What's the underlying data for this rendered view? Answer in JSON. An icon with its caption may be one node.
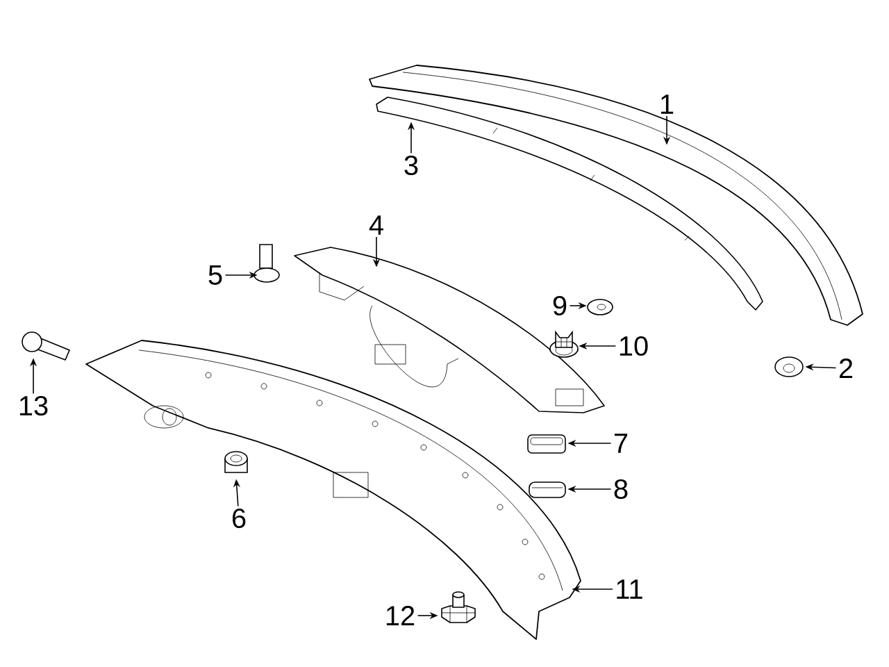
{
  "diagram": {
    "nodes": [
      {
        "text": [
          "1"
        ]
      },
      {
        "text": [
          "2"
        ]
      },
      {
        "text": [
          "3"
        ]
      },
      {
        "text": [
          "4"
        ]
      },
      {
        "text": [
          "5"
        ]
      },
      {
        "text": [
          "6"
        ]
      },
      {
        "text": [
          "7"
        ]
      },
      {
        "text": [
          "8"
        ]
      },
      {
        "text": [
          "9"
        ]
      },
      {
        "text": [
          "10"
        ]
      },
      {
        "text": [
          "11"
        ]
      },
      {
        "text": [
          "12"
        ]
      },
      {
        "text": [
          "13"
        ]
      },
      {
        "text": [],
        "shape": "picture"
      },
      {
        "text": [],
        "shape": "picture"
      },
      {
        "text": [],
        "shape": "picture"
      },
      {
        "text": [],
        "shape": "picture"
      },
      {
        "text": [],
        "shape": "picture"
      },
      {
        "text": [],
        "shape": "picture"
      },
      {
        "text": [],
        "shape": "picture"
      },
      {
        "text": [],
        "shape": "picture"
      },
      {
        "text": [],
        "shape": "picture"
      },
      {
        "text": [],
        "shape": "picture"
      },
      {
        "text": [],
        "shape": "picture"
      },
      {
        "text": [],
        "shape": "picture"
      },
      {
        "text": [],
        "shape": "picture"
      }
    ],
    "edges": [
      {
        "from": 0,
        "to": 13,
        "arrow": "to"
      },
      {
        "from": 1,
        "to": 14,
        "arrow": "to"
      },
      {
        "from": 2,
        "to": 15,
        "arrow": "to"
      },
      {
        "from": 3,
        "to": 16,
        "arrow": "to"
      },
      {
        "from": 4,
        "to": 17,
        "arrow": "to"
      },
      {
        "from": 5,
        "to": 18,
        "arrow": "to"
      },
      {
        "from": 6,
        "to": 19,
        "arrow": "to"
      },
      {
        "from": 7,
        "to": 20,
        "arrow": "to"
      },
      {
        "from": 8,
        "to": 21,
        "arrow": "to"
      },
      {
        "from": 9,
        "to": 22,
        "arrow": "to"
      },
      {
        "from": 10,
        "to": 23,
        "arrow": "to"
      },
      {
        "from": 11,
        "to": 24,
        "arrow": "to"
      },
      {
        "from": 12,
        "to": 25,
        "arrow": "to"
      }
    ]
  }
}
